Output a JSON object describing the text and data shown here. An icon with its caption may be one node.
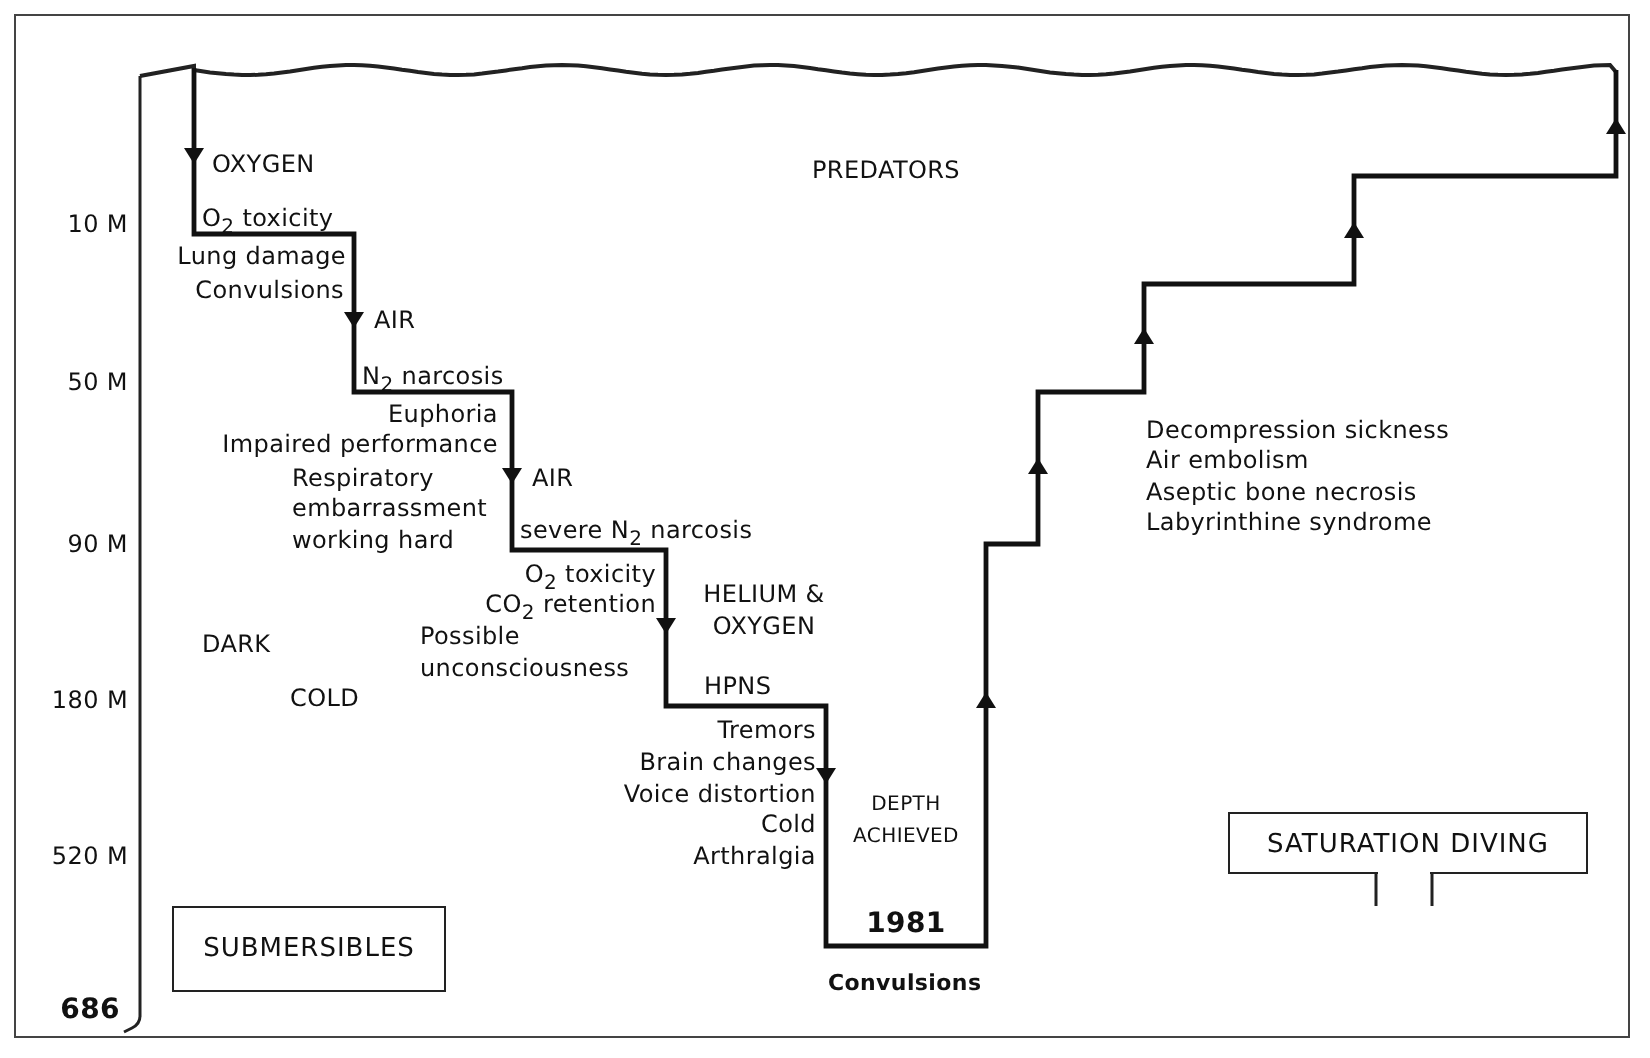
{
  "diagram": {
    "nodes": [
      {
        "text": [
          "SUBMERSIBLES"
        ]
      },
      {
        "text": [
          "SATURATION DIVING"
        ]
      }
    ],
    "labels": [
      "10 M",
      "50 M",
      "90 M",
      "180 M",
      "520 M",
      "686",
      "OXYGEN",
      "O$_{2}$ toxicity",
      "Lung damage",
      "Convulsions",
      "AIR",
      "N$_{2}$ narcosis",
      "Euphoria",
      "Impaired performance",
      "Respiratory",
      "embarrassment",
      "working hard",
      "AIR",
      "severe N$_{2}$ narcosis",
      "O$_{2}$ toxicity",
      "CO$_{2}$ retention",
      "Possible",
      "unconsciousness",
      "HELIUM & OXYGEN",
      "DARK",
      "COLD",
      "HPNS",
      "Tremors",
      "Brain changes",
      "Voice distortion",
      "Cold",
      "Arthralgia",
      "DEPTH ACHIEVED",
      "1981",
      "Convulsions",
      "PREDATORS",
      "Decompression sickness",
      "Air embolism",
      "Aseptic bone necrosis",
      "Labyrinthine syndrome"
    ]
  }
}
